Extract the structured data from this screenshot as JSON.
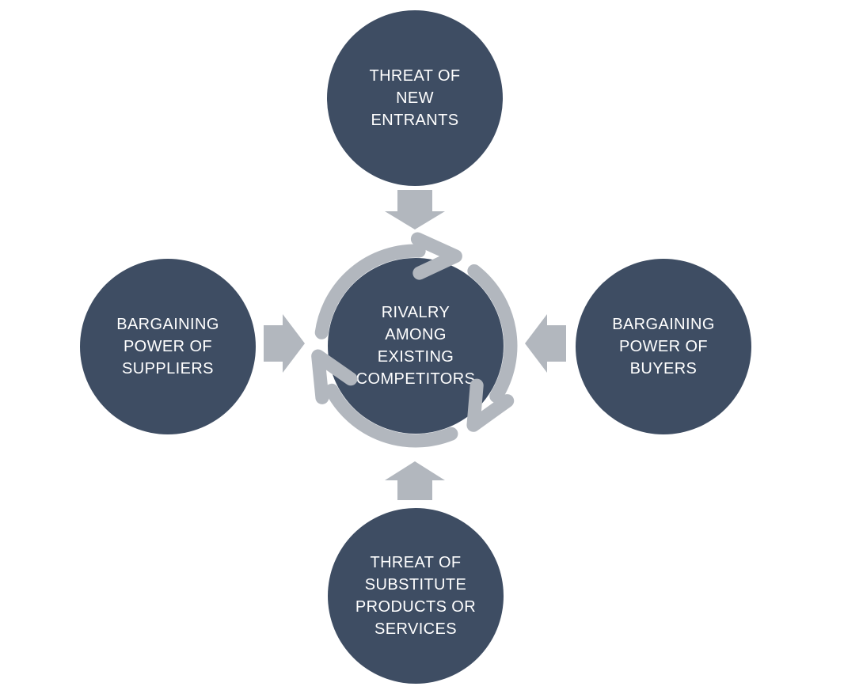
{
  "colors": {
    "node_fill": "#3e4d63",
    "arrow": "#b2b7be",
    "node_text": "#ffffff",
    "background": "#ffffff"
  },
  "diagram": {
    "type": "five-forces-cycle-hub",
    "center": {
      "label": "RIVALRY\nAMONG\nEXISTING\nCOMPETITORS"
    },
    "top": {
      "label": "THREAT OF\nNEW\nENTRANTS"
    },
    "left": {
      "label": "BARGAINING\nPOWER OF\nSUPPLIERS"
    },
    "right": {
      "label": "BARGAINING\nPOWER OF\nBUYERS"
    },
    "bottom": {
      "label": "THREAT OF\nSUBSTITUTE\nPRODUCTS OR\nSERVICES"
    },
    "connectors": {
      "top": "down-block-arrow",
      "left": "right-block-arrow",
      "right": "left-block-arrow",
      "bottom": "up-block-arrow",
      "center_ring": "clockwise-cycle-arrows"
    }
  }
}
